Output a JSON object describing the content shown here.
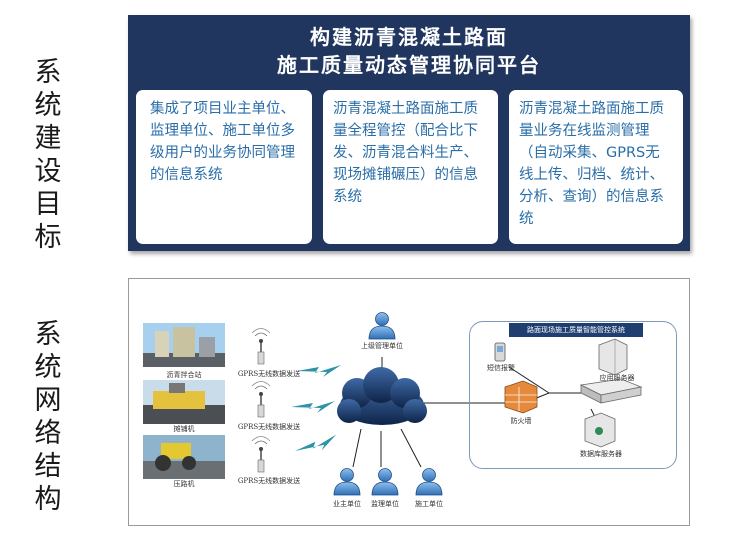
{
  "side_labels": {
    "goal": "系统建设目标",
    "network": "系统网络结构"
  },
  "goal_panel": {
    "title_line1": "构建沥青混凝土路面",
    "title_line2": "施工质量动态管理协同平台",
    "boxes": [
      "集成了项目业主单位、监理单位、施工单位多级用户的业务协同管理的信息系统",
      "沥青混凝土路面施工质量全程管控（配合比下发、沥青混合料生产、现场摊铺碾压）的信息系统",
      "沥青混凝土路面施工质量业务在线监测管理（自动采集、GPRS无线上传、归档、统计、分析、查询）的信息系统"
    ]
  },
  "network": {
    "photos": [
      "沥青拌合站",
      "摊铺机",
      "压路机"
    ],
    "gprs_label": "GPRS无线数据发送",
    "top_user": "上级管理单位",
    "bottom_users": [
      "业主单位",
      "监理单位",
      "施工单位"
    ],
    "control_center": {
      "title": "路面现场施工质量智能管控系统",
      "sms": "短信报警",
      "app_server": "应用服务器",
      "firewall": "防火墙",
      "db_server": "数据库服务器"
    }
  },
  "colors": {
    "panel": "#21365f",
    "box_text": "#2a6ea8",
    "cloud": "#1a3a6a",
    "lightning": "#2d93a8",
    "person": "#4f8bc9"
  }
}
